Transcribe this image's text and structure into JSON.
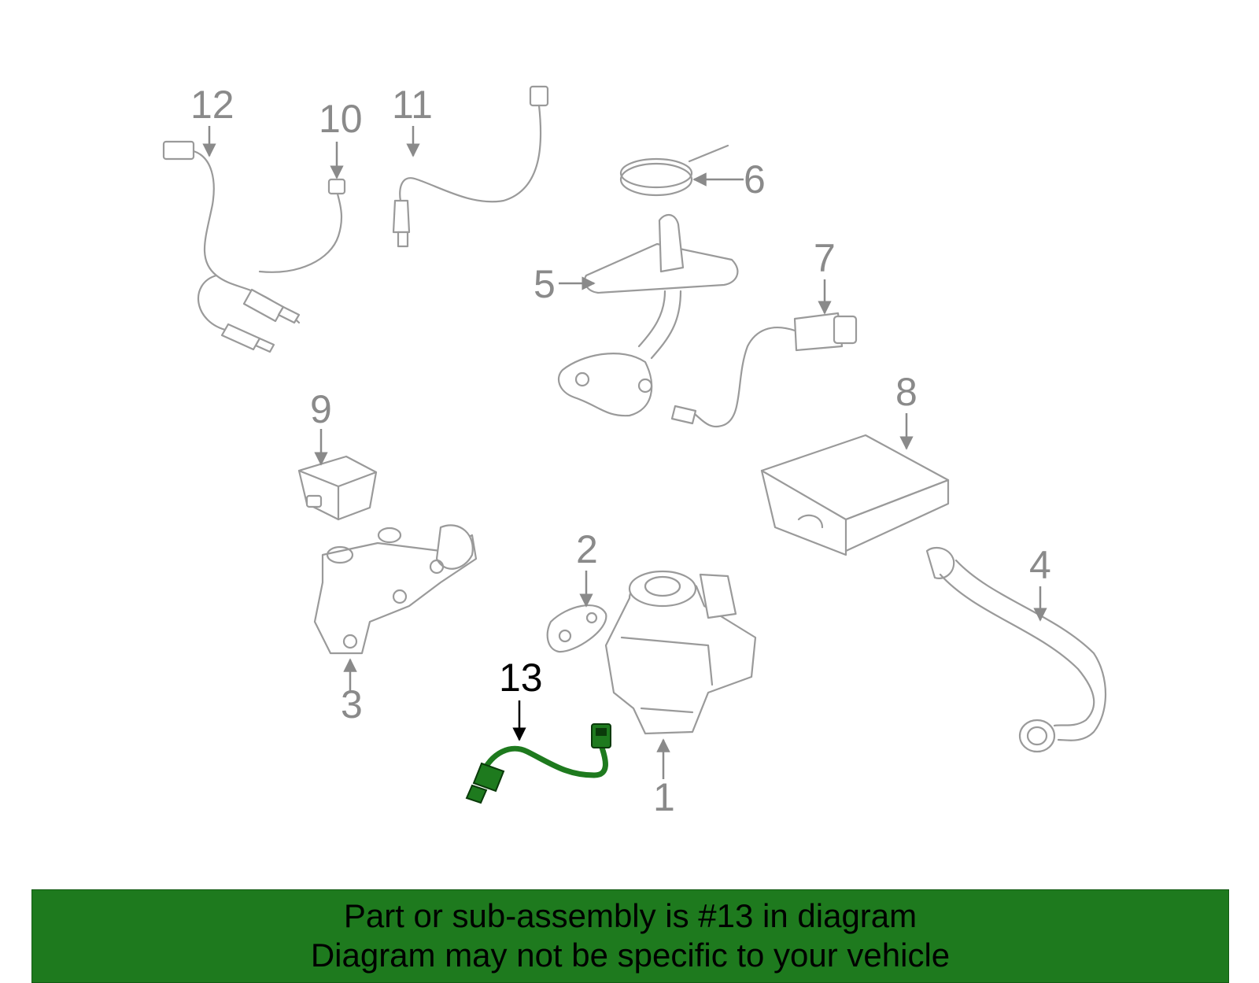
{
  "callouts": {
    "c1": "1",
    "c2": "2",
    "c3": "3",
    "c4": "4",
    "c5": "5",
    "c6": "6",
    "c7": "7",
    "c8": "8",
    "c9": "9",
    "c10": "10",
    "c11": "11",
    "c12": "12",
    "c13": "13"
  },
  "highlighted_part": "13",
  "colors": {
    "highlight": "#1e7a1e",
    "parts": "#9a9a9a",
    "banner": "#1e7a1e"
  },
  "banner": {
    "line1": "Part or sub-assembly is #13 in diagram",
    "line2": "Diagram may not be specific to your vehicle"
  }
}
